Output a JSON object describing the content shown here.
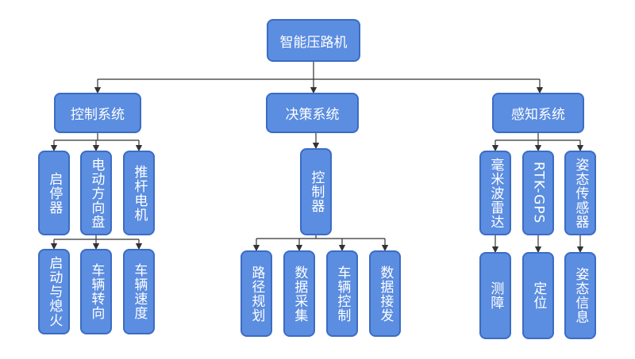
{
  "root": "智能压路机",
  "categories": [
    "控制系统",
    "决策系统",
    "感知系统"
  ],
  "control": {
    "children": [
      "启停器",
      "电动方向盘",
      "推杆电机"
    ],
    "outputs": [
      "启动与熄火",
      "车辆转向",
      "车辆速度"
    ]
  },
  "decision": {
    "controller": "控制器",
    "outputs": [
      "路径规划",
      "数据采集",
      "车辆控制",
      "数据接发"
    ]
  },
  "perception": {
    "sensors": [
      "毫米波雷达",
      "RTK-GPS",
      "姿态传感器"
    ],
    "outputs": [
      "测障",
      "定位",
      "姿态信息"
    ]
  },
  "colors": {
    "node_fill": "#5b8de0",
    "node_border": "#3c6cc4",
    "line": "#333333"
  }
}
